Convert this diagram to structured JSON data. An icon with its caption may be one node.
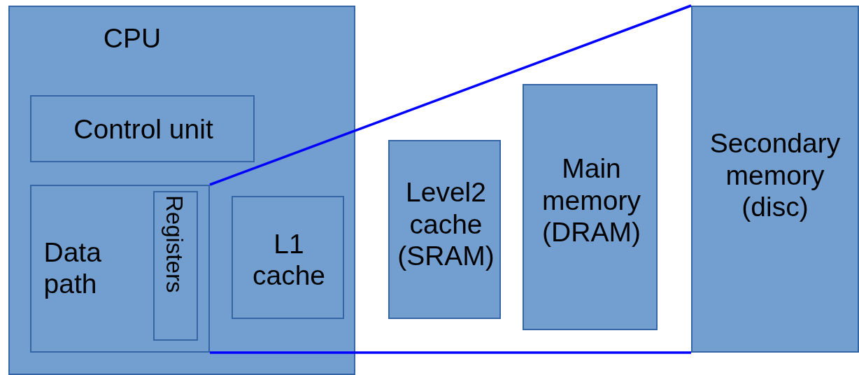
{
  "diagram": {
    "nodes": [
      {
        "text": [
          "CPU"
        ]
      },
      {
        "text": [
          "Control unit"
        ],
        "in": 0
      },
      {
        "text": [
          "Data path"
        ],
        "in": 0
      },
      {
        "text": [
          "Registers"
        ],
        "in": 2
      },
      {
        "text": [
          "L1 cache"
        ],
        "in": 0
      },
      {
        "text": [
          "Level2 cache (SRAM)"
        ]
      },
      {
        "text": [
          "Main memory (DRAM)"
        ]
      },
      {
        "text": [
          "Secondary memory (disc)"
        ]
      }
    ],
    "edges": [
      {
        "from": 2,
        "to": 7,
        "arrow": "none",
        "color": "#0000ff"
      },
      {
        "from": 2,
        "to": 7,
        "arrow": "none",
        "color": "#0000ff"
      }
    ]
  }
}
